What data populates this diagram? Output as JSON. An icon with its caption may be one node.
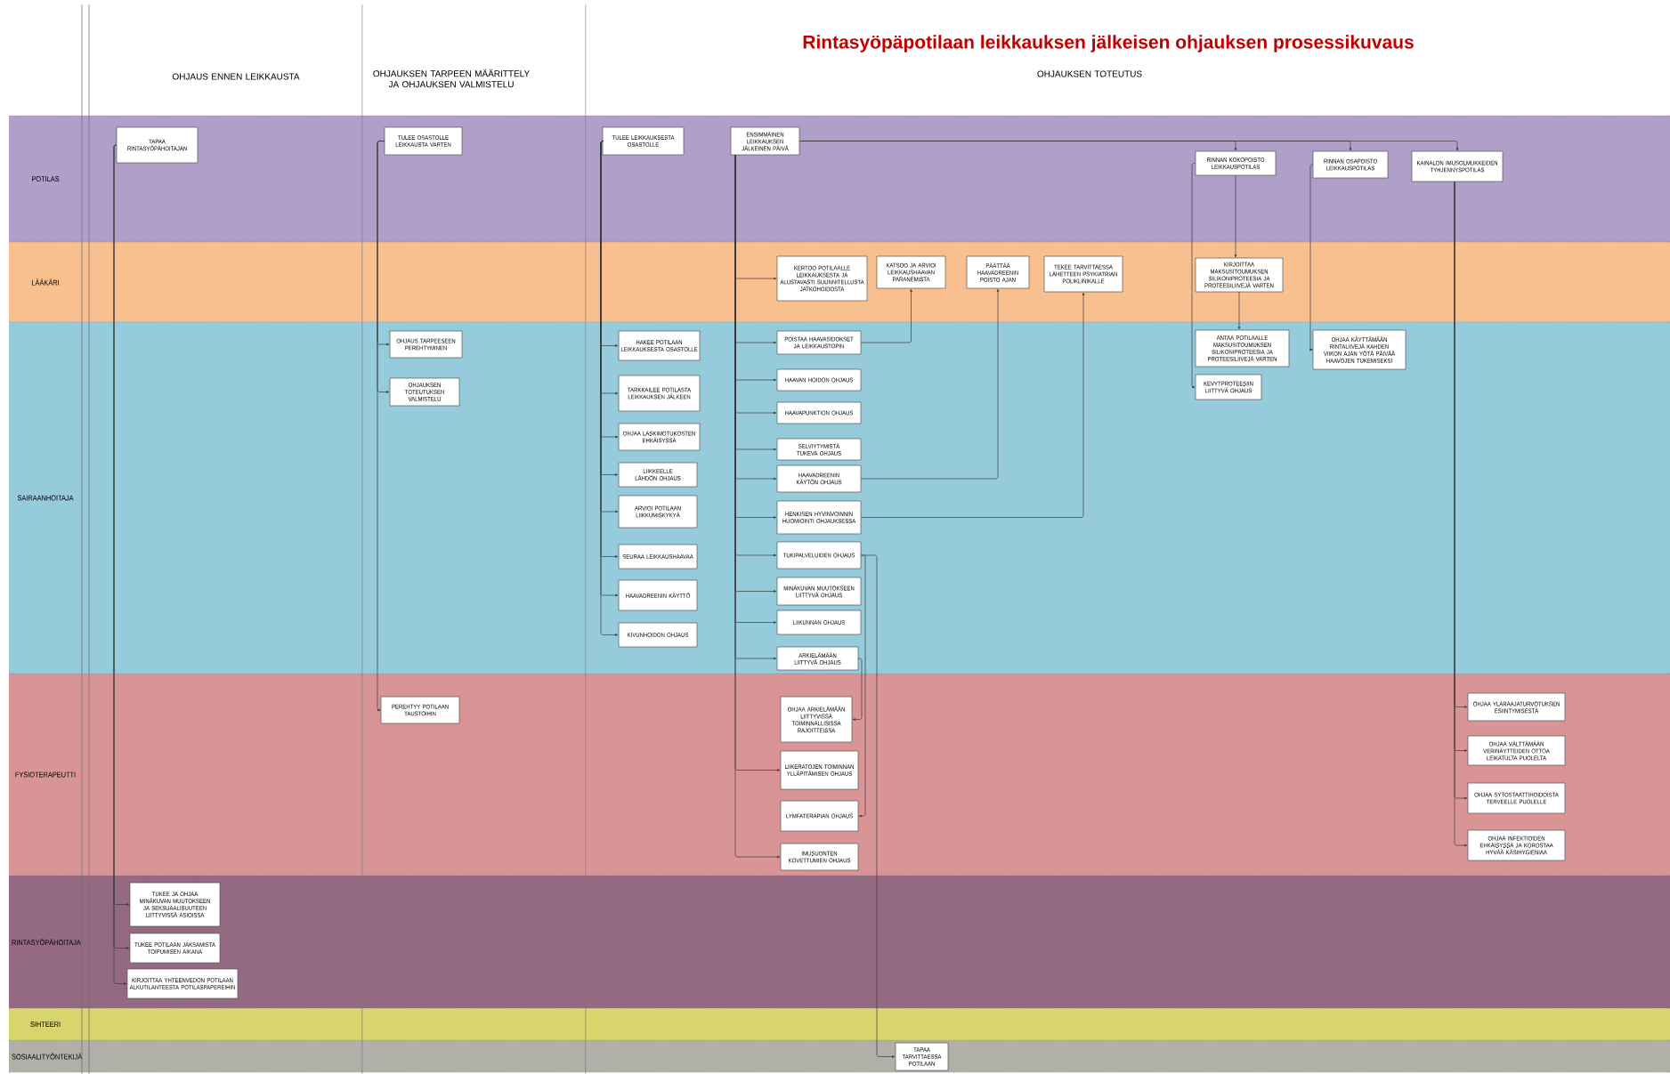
{
  "diagram": {
    "title": "Rintasyöpäpotilaan leikkauksen jälkeisen ohjauksen prosessikuvaus",
    "nodes": [
      {
        "text": [
          "POTILAS"
        ]
      },
      {
        "text": [
          "LÄÄKÄRI"
        ]
      },
      {
        "text": [
          "SAIRAANHOITAJA"
        ]
      },
      {
        "text": [
          "FYSIOTERAPEUTTI"
        ]
      },
      {
        "text": [
          "RINTASYÖPÄHOITAJA"
        ]
      },
      {
        "text": [
          "SIHTEERI"
        ]
      },
      {
        "text": [
          "SOSIAALITYÖNTEKIJÄ"
        ]
      },
      {
        "text": [
          "TAPAA RINTASYÖPÄHOITAJAN"
        ]
      },
      {
        "text": [
          "TULEE OSASTOLLE LEIKKAUSTA VARTEN"
        ]
      },
      {
        "text": [
          "TULEE LEIKKAUKSESTA OSASTOLLE"
        ]
      },
      {
        "text": [
          "ENSIMMÄINEN LEIKKAUKSEN JÄLKEINEN PÄIVÄ"
        ]
      },
      {
        "text": [
          "RINNAN KOKOPOISTO LEIKKAUSPOTILAS"
        ]
      },
      {
        "text": [
          "RINNAN OSAPOISTO LEIKKAUSPOTILAS"
        ]
      },
      {
        "text": [
          "KAINALON IMUSOLMUKKEIDEN TYHJENNYSPOTILAS"
        ]
      },
      {
        "text": [
          "KERTOO POTILAALLE LEIKKAUKSESTA JA ALUSTAVASTI SUUNNITELLUSTA JATKOHOIDOSTA"
        ]
      },
      {
        "text": [
          "KATSOO JA ARVIOI LEIKKAUSHAAVAN PARANEMISTA"
        ]
      },
      {
        "text": [
          "PÄÄTTÄÄ HAAVADREENIN POISTO AJAN"
        ]
      },
      {
        "text": [
          "TEKEE TARVITTAESSA LÄHETTEEN PSYKIATRIAN POLIKLINIKALLE"
        ]
      },
      {
        "text": [
          "KIRJOITTAA MAKSUSITOUMUKSEN SILIKONIPROTEESIA JA PROTEESILIIVEJÄ VARTEN"
        ]
      },
      {
        "text": [
          "OHJAUS TARPEESEEN PEREHTYMINEN"
        ]
      },
      {
        "text": [
          "OHJAUKSEN TOTEUTUKSEN VALMISTELU"
        ]
      },
      {
        "text": [
          "HAKEE POTILAAN LEIKKAUKSESTA OSASTOLLE"
        ]
      },
      {
        "text": [
          "TARKKAILEE POTILASTA LEIKKAUKSEN JÄLKEEN"
        ]
      },
      {
        "text": [
          "OHJAA LASKIMOTUKOSTEN EHKÄISYSSÄ"
        ]
      },
      {
        "text": [
          "LIIKKEELLE LÄHDÖN OHJAUS"
        ]
      },
      {
        "text": [
          "ARVIOI POTILAAN LIIKKUMISKYKYÄ"
        ]
      },
      {
        "text": [
          "SEURAA LEIKKAUSHAAVAA"
        ]
      },
      {
        "text": [
          "HAAVADREENIN KÄYTTÖ"
        ]
      },
      {
        "text": [
          "KIVUNHOIDON OHJAUS"
        ]
      },
      {
        "text": [
          "POISTAA HAAVASIDOKSET JA LEIKKAUSTOPIN"
        ]
      },
      {
        "text": [
          "HAAVAN HOIDON OHJAUS"
        ]
      },
      {
        "text": [
          "HAAVAPUNKTION OHJAUS"
        ]
      },
      {
        "text": [
          "SELVIYTYMISTÄ TUKEVA OHJAUS"
        ]
      },
      {
        "text": [
          "HAAVADREENIN KÄYTÖN OHJAUS"
        ]
      },
      {
        "text": [
          "HENKISEN HYVINVOINNIN HUOMIOINTI OHJAUKSESSA"
        ]
      },
      {
        "text": [
          "TUKIPALVELUIDEN OHJAUS"
        ]
      },
      {
        "text": [
          "MINÄKUVAN MUUTOKSEEN LIITTYVÄ OHJAUS"
        ]
      },
      {
        "text": [
          "LIIKUNNAN OHJAUS"
        ]
      },
      {
        "text": [
          "ARKIELÄMÄÄN LIITTYVÄ OHJAUS"
        ]
      },
      {
        "text": [
          "ANTAA POTILAALLE MAKSUSITOUMUKSEN SILIKONIPROTEESIA JA PROTEESILIIVEJÄ VARTEN"
        ]
      },
      {
        "text": [
          "KEVYTPROTEESIIN LIITTYVÄ OHJAUS"
        ]
      },
      {
        "text": [
          "OHJAA KÄYTTÄMÄÄN RINTALIIVEJÄ KAHDEN VIIKON AJAN YÖTÄ PÄIVÄÄ HAAVOJEN TUKEMISEKSI"
        ]
      },
      {
        "text": [
          "PEREHTYY POTILAAN TAUSTOIHIN"
        ]
      },
      {
        "text": [
          "OHJAA ARKIELÄMÄÄN LIITTYVISSÄ TOIMINNALLISISSA RAJOITTEISSA"
        ]
      },
      {
        "text": [
          "LIIKERATOJEN TOIMINNAN YLLÄPITÄMISEN OHJAUS"
        ]
      },
      {
        "text": [
          "LYMFATERAPIAN OHJAUS"
        ]
      },
      {
        "text": [
          "IMUSUONTEN KOVETTUMIEN OHJAUS"
        ]
      },
      {
        "text": [
          "OHJAA YLÄRAAJATURVOTUKSEN ESIINTYMISESTÄ"
        ]
      },
      {
        "text": [
          "OHJAA VÄLTTÄMÄÄN VERINÄYTTEIDEN OTTOA LEIKATULTA PUOLELTA"
        ]
      },
      {
        "text": [
          "OHJAA SYTOSTAATTIHOIDOISTA TERVEELLE PUOLELLE"
        ]
      },
      {
        "text": [
          "OHJAA INFEKTIOIDEN EHKÄISYSSÄ JA KOROSTAA HYVÄÄ KÄSIHYGIENIAA"
        ]
      },
      {
        "text": [
          "TUKEE JA OHJAA MINÄKUVAN MUUTOKSEEN JA SEKSUAALISUUTEEN LIITTYVISSÄ ASIOISSA"
        ]
      },
      {
        "text": [
          "TUKEE POTILAAN JAKSAMISTA TOIPUMISEN AIKANA"
        ]
      },
      {
        "text": [
          "KIRJOITTAA YHTEENVEDON POTILAAN ALKUTILANTEESTA POTILASPAPEREIHIN"
        ]
      },
      {
        "text": [
          "TAPAA TARVITTAESSA POTILAAN"
        ]
      }
    ],
    "edges": [
      {
        "from": 7,
        "to": 51,
        "arrow": "to"
      },
      {
        "from": 7,
        "to": 52,
        "arrow": "to"
      },
      {
        "from": 7,
        "to": 53,
        "arrow": "to"
      },
      {
        "from": 8,
        "to": 19,
        "arrow": "to"
      },
      {
        "from": 8,
        "to": 20,
        "arrow": "to"
      },
      {
        "from": 8,
        "to": 42,
        "arrow": "to"
      },
      {
        "from": 9,
        "to": 21,
        "arrow": "to"
      },
      {
        "from": 9,
        "to": 22,
        "arrow": "to"
      },
      {
        "from": 9,
        "to": 23,
        "arrow": "to"
      },
      {
        "from": 9,
        "to": 24,
        "arrow": "to"
      },
      {
        "from": 9,
        "to": 25,
        "arrow": "to"
      },
      {
        "from": 9,
        "to": 26,
        "arrow": "to"
      },
      {
        "from": 9,
        "to": 27,
        "arrow": "to"
      },
      {
        "from": 9,
        "to": 28,
        "arrow": "to"
      },
      {
        "from": 10,
        "to": 14,
        "arrow": "to"
      },
      {
        "from": 10,
        "to": 29,
        "arrow": "to"
      },
      {
        "from": 10,
        "to": 30,
        "arrow": "to"
      },
      {
        "from": 10,
        "to": 31,
        "arrow": "to"
      },
      {
        "from": 10,
        "to": 32,
        "arrow": "to"
      },
      {
        "from": 10,
        "to": 33,
        "arrow": "to"
      },
      {
        "from": 10,
        "to": 34,
        "arrow": "to"
      },
      {
        "from": 10,
        "to": 35,
        "arrow": "to"
      },
      {
        "from": 10,
        "to": 36,
        "arrow": "to"
      },
      {
        "from": 10,
        "to": 37,
        "arrow": "to"
      },
      {
        "from": 10,
        "to": 38,
        "arrow": "to"
      },
      {
        "from": 10,
        "to": 44,
        "arrow": "to"
      },
      {
        "from": 10,
        "to": 46,
        "arrow": "to"
      },
      {
        "from": 10,
        "to": 11,
        "arrow": "to"
      },
      {
        "from": 10,
        "to": 12,
        "arrow": "to"
      },
      {
        "from": 10,
        "to": 13,
        "arrow": "to"
      },
      {
        "from": 11,
        "to": 18,
        "arrow": "to"
      },
      {
        "from": 18,
        "to": 39,
        "arrow": "to"
      },
      {
        "from": 11,
        "to": 40,
        "arrow": "to"
      },
      {
        "from": 12,
        "to": 41,
        "arrow": "to"
      },
      {
        "from": 13,
        "to": 47,
        "arrow": "to"
      },
      {
        "from": 13,
        "to": 48,
        "arrow": "to"
      },
      {
        "from": 13,
        "to": 49,
        "arrow": "to"
      },
      {
        "from": 13,
        "to": 50,
        "arrow": "to"
      },
      {
        "from": 29,
        "to": 15,
        "arrow": "to"
      },
      {
        "from": 33,
        "to": 16,
        "arrow": "to"
      },
      {
        "from": 34,
        "to": 17,
        "arrow": "to"
      },
      {
        "from": 35,
        "to": 45,
        "arrow": "to"
      },
      {
        "from": 35,
        "to": 54,
        "arrow": "to"
      },
      {
        "from": 38,
        "to": 43,
        "arrow": "to"
      }
    ],
    "labels": [
      "OHJAUS ENNEN LEIKKAUSTA",
      "OHJAUKSEN TARPEEN MÄÄRITTELY JA OHJAUKSEN VALMISTELU",
      "OHJAUKSEN TOTEUTUS"
    ]
  }
}
